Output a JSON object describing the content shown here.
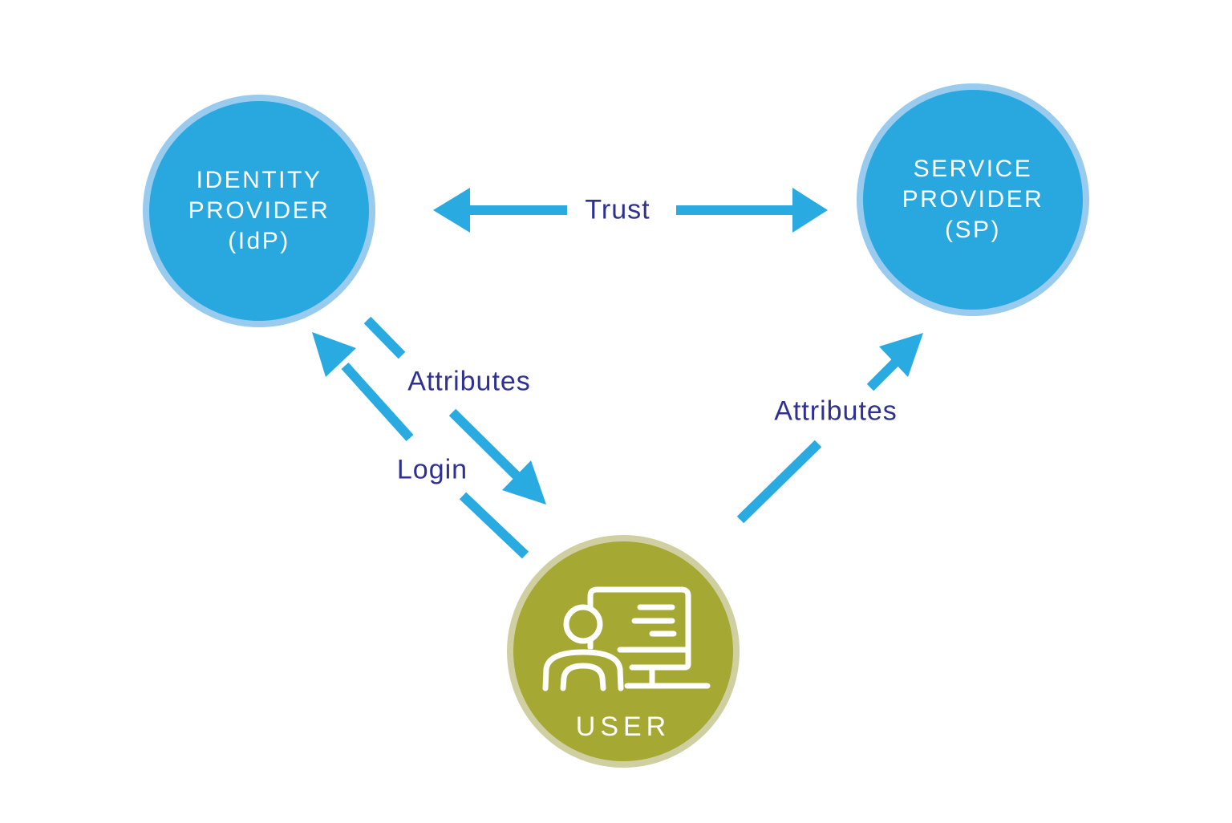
{
  "nodes": {
    "identity_provider": {
      "lines": [
        "IDENTITY",
        "PROVIDER",
        "(IdP)"
      ],
      "fill": "#29A8E0",
      "ring": "#98CBEE",
      "text_color": "#FFFFFF"
    },
    "service_provider": {
      "lines": [
        "SERVICE",
        "PROVIDER",
        "(SP)"
      ],
      "fill": "#29A8E0",
      "ring": "#98CBEE",
      "text_color": "#FFFFFF"
    },
    "user": {
      "label": "USER",
      "fill": "#A5A832",
      "ring": "#D0CFA2",
      "text_color": "#FFFFFF",
      "icon": "user-at-computer-icon"
    }
  },
  "edges": {
    "trust": {
      "label": "Trust",
      "between": [
        "identity_provider",
        "service_provider"
      ],
      "direction": "bidirectional"
    },
    "login": {
      "label": "Login",
      "from": "user",
      "to": "identity_provider"
    },
    "attributes_idp_user": {
      "label": "Attributes",
      "from": "identity_provider",
      "to": "user"
    },
    "attributes_user_sp": {
      "label": "Attributes",
      "from": "user",
      "to": "service_provider"
    }
  },
  "colors": {
    "background": "#FFFFFF",
    "arrow": "#29ABE2",
    "edge_label_text": "#2E3192",
    "node_blue_fill": "#29A8E0",
    "node_blue_ring": "#98CBEE",
    "node_olive_fill": "#A5A832",
    "node_olive_ring": "#D0CFA2",
    "node_text": "#FFFFFF"
  }
}
